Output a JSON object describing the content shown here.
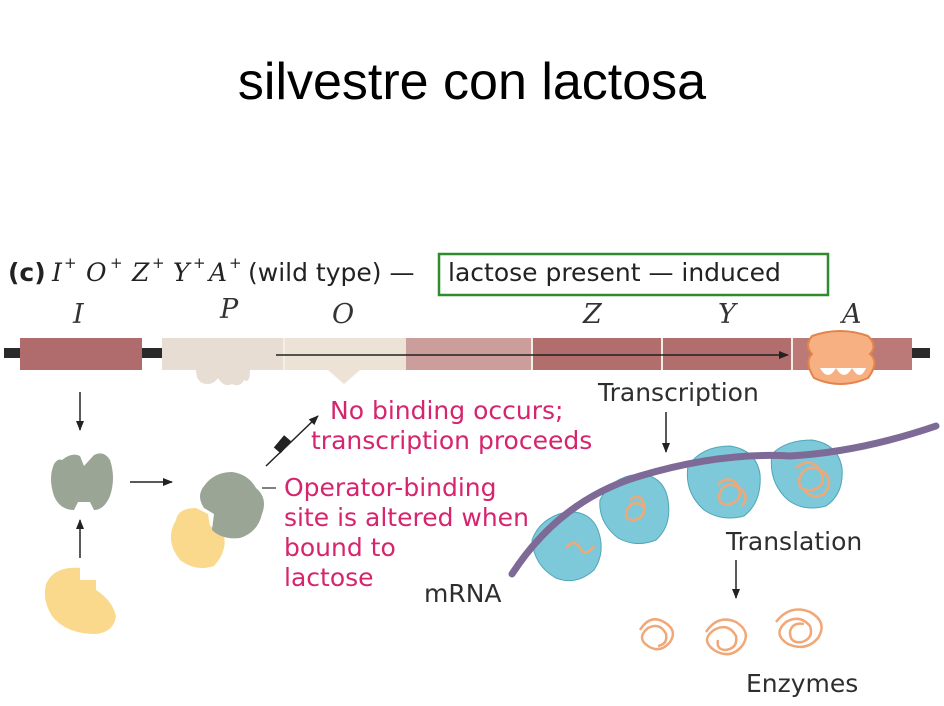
{
  "title": "silvestre con lactosa",
  "header": {
    "panel": "(c)",
    "genotype": {
      "g1": "I",
      "s1": "+",
      "g2": "O",
      "s2": "+",
      "g3": "Z",
      "s3": "+",
      "g4": "Y",
      "s4": "+",
      "g5": "A",
      "s5": "+"
    },
    "wild_type": "(wild type) —",
    "condition": "lactose present — induced"
  },
  "genes": {
    "i": "I",
    "p": "P",
    "o": "O",
    "z": "Z",
    "y": "Y",
    "a": "A"
  },
  "labels": {
    "no_binding_1": "No binding occurs;",
    "no_binding_2": "transcription proceeds",
    "operator_1": "Operator-binding",
    "operator_2": "site is altered when",
    "operator_3": "bound to",
    "operator_4": "lactose",
    "transcription": "Transcription",
    "translation": "Translation",
    "mrna": "mRNA",
    "enzymes": "Enzymes"
  },
  "colors": {
    "highlight_box": "#2e8b2e",
    "repressor": "#9aa596",
    "lactose": "#fad98c",
    "gene_bar": "#b06c6c",
    "ribosome": "#7dc9d9",
    "mrna": "#7e6a96",
    "enzyme": "#f0a878",
    "label_pink": "#d6246e"
  }
}
